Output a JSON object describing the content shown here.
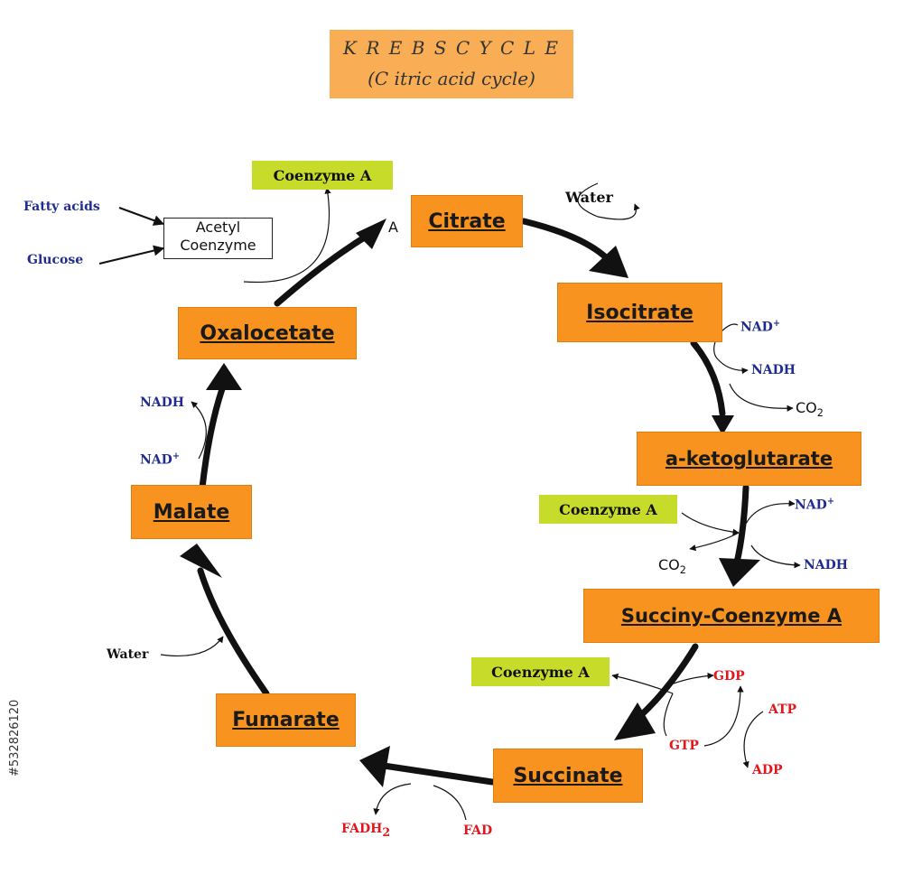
{
  "title": {
    "line1": "K R E B S C Y C L E",
    "line2": "(C itric acid cycle)"
  },
  "inputs": {
    "fatty_acids": "Fatty acids",
    "glucose": "Glucose",
    "acetyl_line1": "Acetyl",
    "acetyl_line2": "Coenzyme",
    "a_mark": "A"
  },
  "nodes": {
    "citrate": "Citrate",
    "isocitrate": "Isocitrate",
    "ketoglutarate": "a-ketoglutarate",
    "succinyl": "Succiny-Coenzyme A",
    "succinate": "Succinate",
    "fumarate": "Fumarate",
    "malate": "Malate",
    "oxalocetate": "Oxalocetate"
  },
  "coenzyme_a": "Coenzyme A",
  "water": "Water",
  "nad": "NAD",
  "nad_plus": "+",
  "nadh": "NADH",
  "co": "CO",
  "sub2": "2",
  "gdp": "GDP",
  "gtp": "GTP",
  "atp": "ATP",
  "adp": "ADP",
  "fad": "FAD",
  "fadh": "FADH",
  "stock_id": "#532826120",
  "colors": {
    "node": "#f7931e",
    "coenzyme": "#c7dc2a",
    "title_bg": "#f9ae55",
    "blue_text": "#1f2c8f",
    "red_text": "#e3161b",
    "arrow": "#111111"
  }
}
